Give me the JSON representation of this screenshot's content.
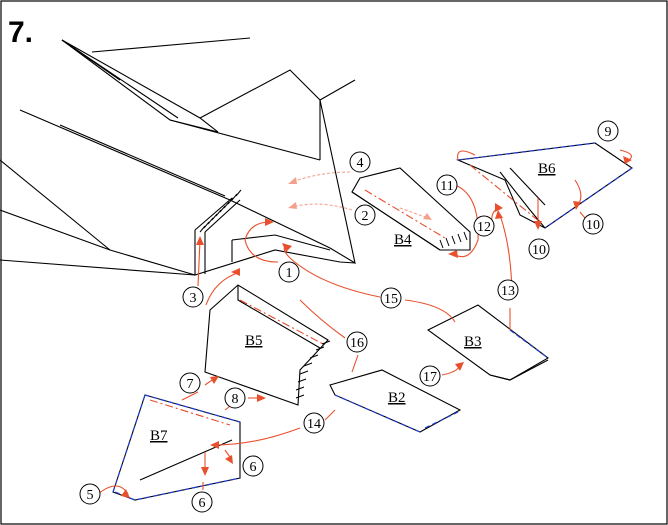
{
  "figure": {
    "number": "7."
  },
  "panels": [
    {
      "id": "B2",
      "label": "B2"
    },
    {
      "id": "B3",
      "label": "B3"
    },
    {
      "id": "B4",
      "label": "B4"
    },
    {
      "id": "B5",
      "label": "B5"
    },
    {
      "id": "B6",
      "label": "B6"
    },
    {
      "id": "B7",
      "label": "B7"
    }
  ],
  "steps": [
    "1",
    "2",
    "3",
    "4",
    "5",
    "6",
    "6",
    "7",
    "8",
    "9",
    "10",
    "10",
    "11",
    "12",
    "13",
    "14",
    "15",
    "16",
    "17"
  ],
  "colors": {
    "arrow": "#e8502d",
    "arrow_faded": "#f5a08c",
    "hinge_line": "#1f3bd6",
    "outline": "#000000"
  }
}
